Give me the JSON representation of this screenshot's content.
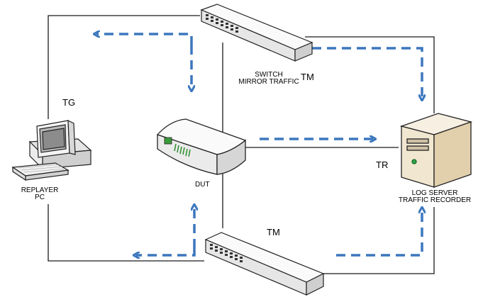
{
  "labels": {
    "top_switch": "SWITCH\nMIRROR TRAFFIC",
    "top_switch_line1": "SWITCH",
    "top_switch_line2": "MIRROR TRAFFIC",
    "tm_top": "TM",
    "tm_bottom": "TM",
    "tg": "TG",
    "tr": "TR",
    "dut": "DUT",
    "replayer_line1": "REPLAYER",
    "replayer_line2": "PC",
    "log_line1": "LOG SERVER",
    "log_line2": "TRAFFIC RECORDER"
  },
  "colors": {
    "line": "#1a1a1a",
    "dashed_arrow": "#3c77be",
    "device_body": "#f2f2f2",
    "device_stroke": "#222222",
    "led": "#2a8a2a"
  },
  "icons": [
    "switch-icon",
    "router-icon",
    "desktop-pc-icon",
    "server-icon"
  ]
}
